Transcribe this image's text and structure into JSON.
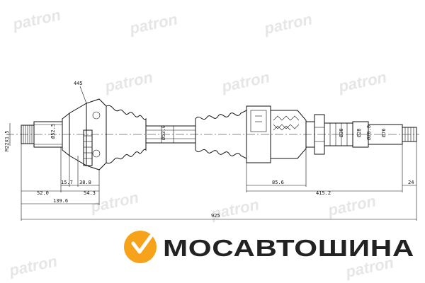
{
  "watermark": {
    "text": "patron"
  },
  "brand": {
    "name": "МОСАВТОШИНА",
    "logo_color": "#f7a21b"
  },
  "dimensions": {
    "d_445": "445",
    "d_m22": "M22X1.5",
    "d_52_5": "Ø52.5",
    "d_53_0": "Ø53.0",
    "d_30": "Ø30",
    "d_28": "Ø28",
    "d_28_8": "Ø28.8",
    "d_76": "Ø76",
    "d_15_7": "15.7",
    "d_38_8": "38.8",
    "d_52_0": "52.0",
    "d_54_3": "54.3",
    "d_139_6": "139.6",
    "d_85_6": "85.6",
    "d_415_2": "415.2",
    "d_24": "24",
    "d_925": "925"
  }
}
